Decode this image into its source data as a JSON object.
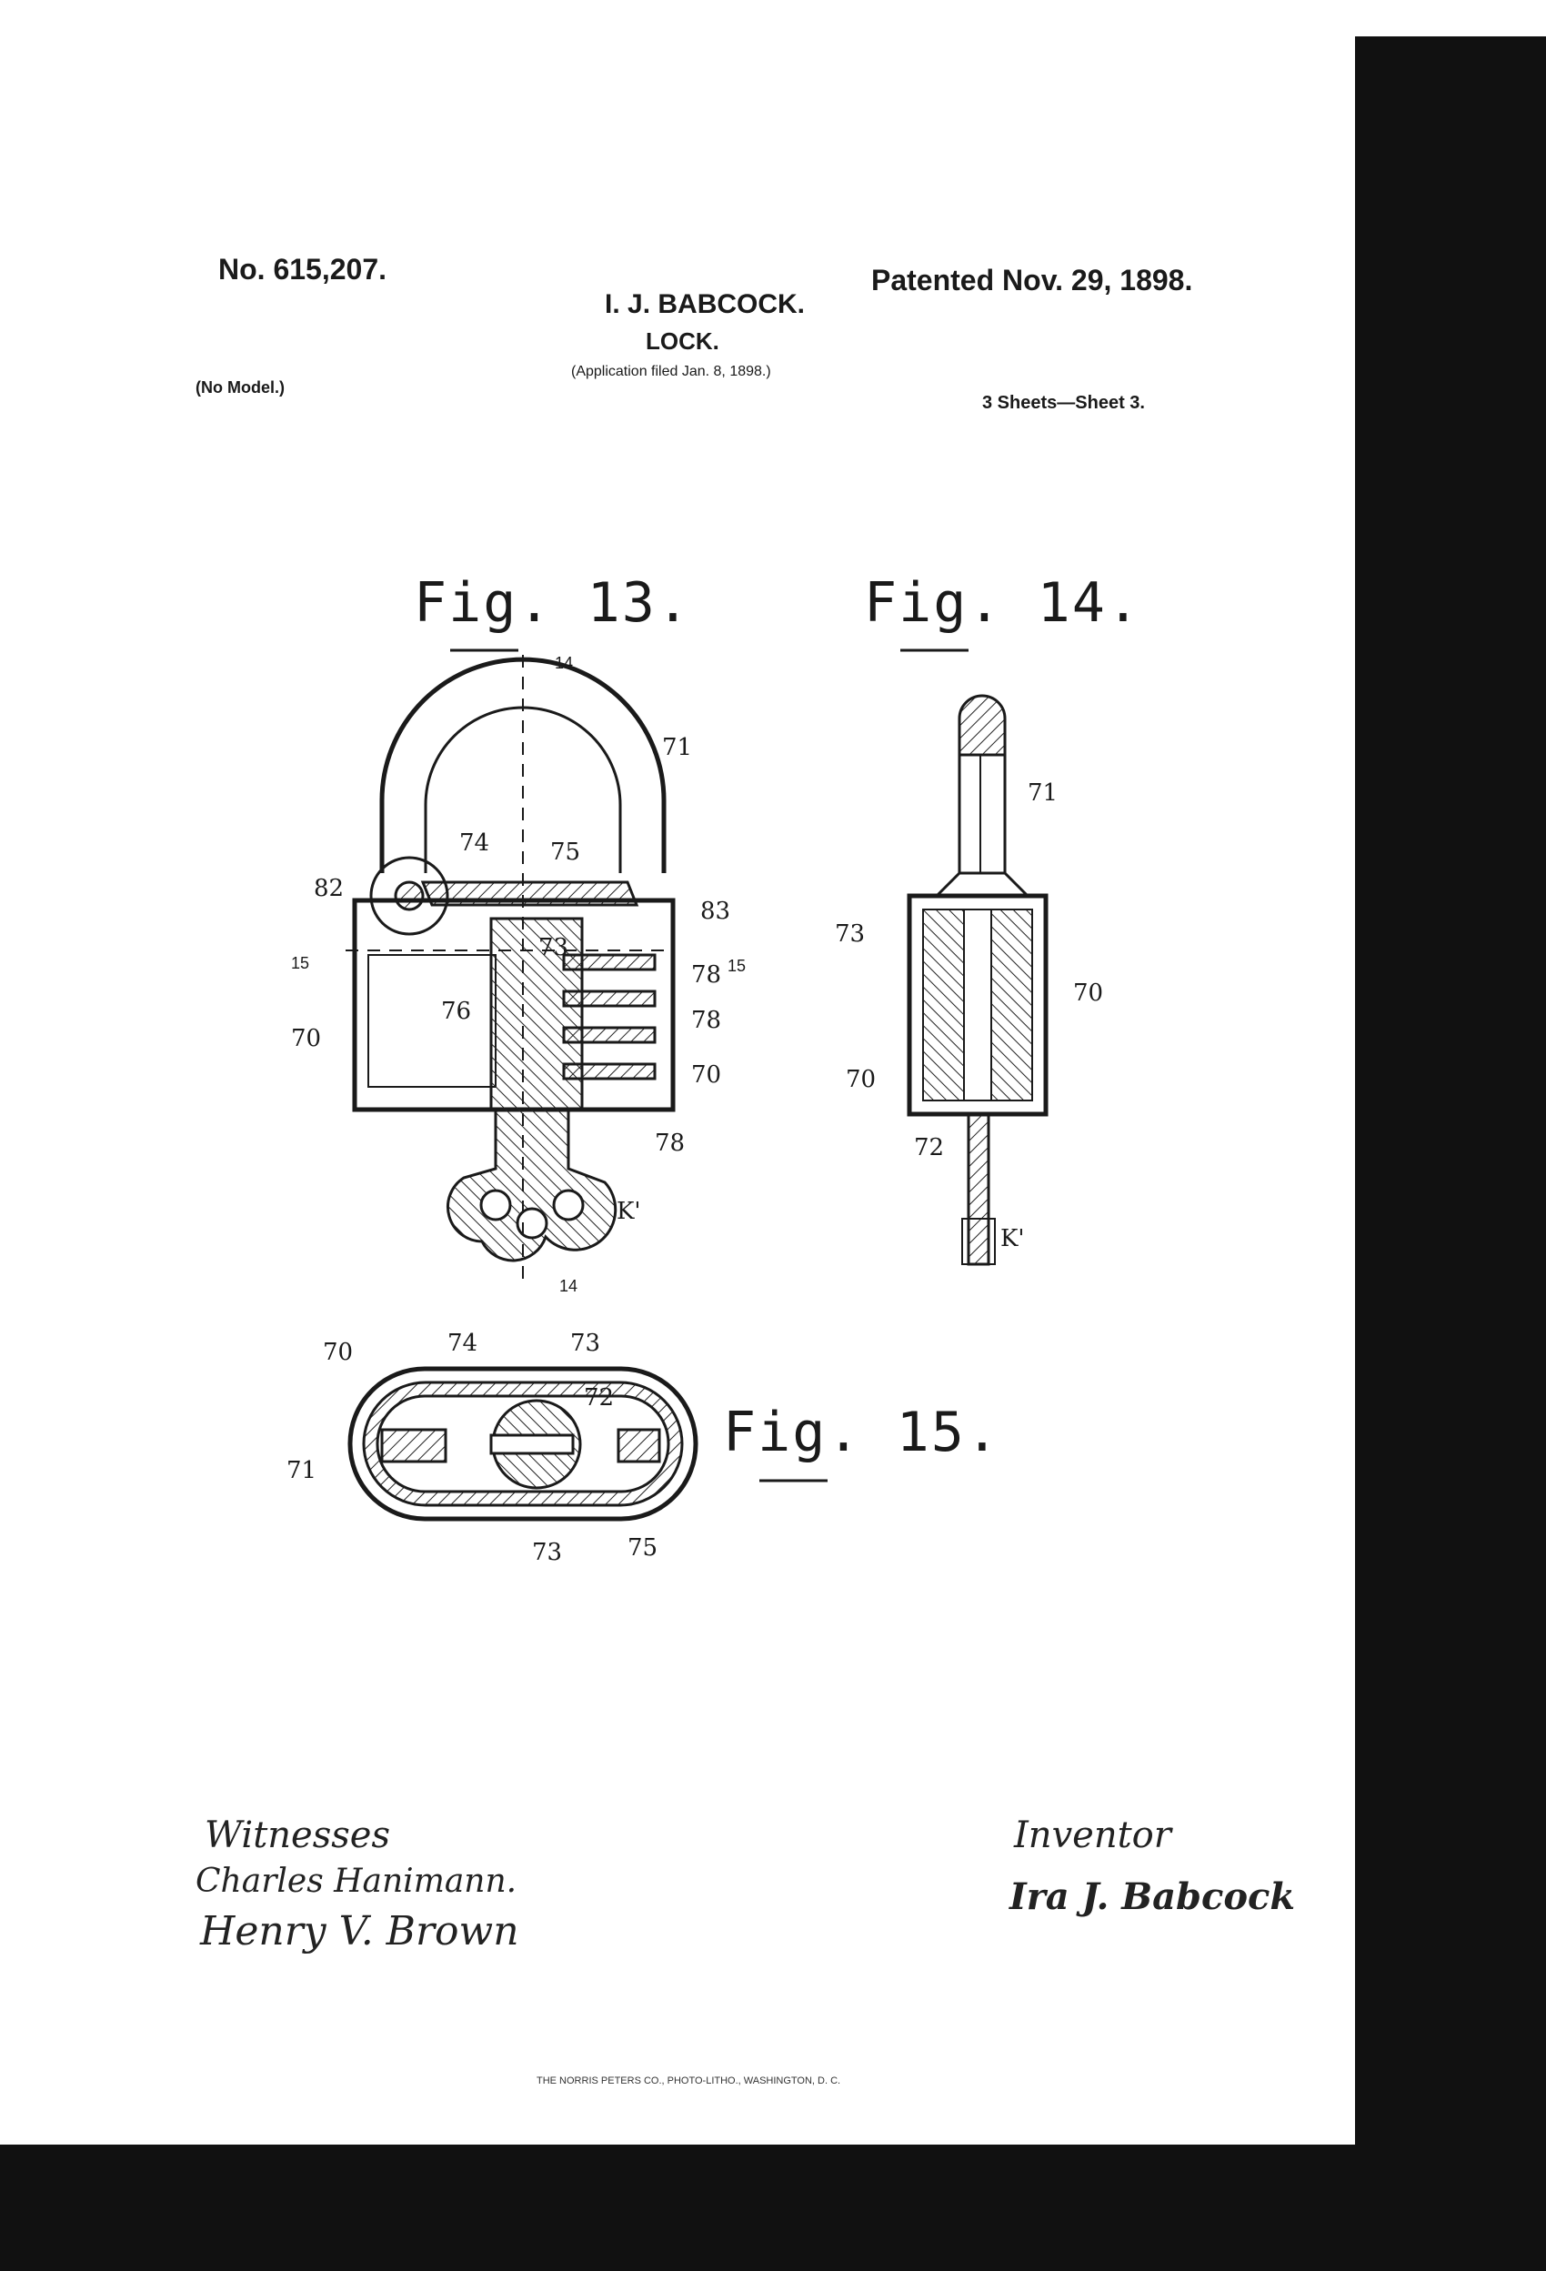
{
  "header": {
    "patent_no": "No. 615,207.",
    "inventor": "I. J. BABCOCK.",
    "title": "LOCK.",
    "application": "(Application filed Jan. 8, 1898.)",
    "patented": "Patented Nov. 29, 1898.",
    "model": "(No Model.)",
    "sheets": "3 Sheets—Sheet 3."
  },
  "figures": {
    "fig13": "Fig. 13.",
    "fig14": "Fig. 14.",
    "fig15": "Fig. 15."
  },
  "refs": {
    "r71": "71",
    "r74": "74",
    "r75": "75",
    "r82": "82",
    "r83": "83",
    "r73": "73",
    "r78": "78",
    "r70": "70",
    "r76": "76",
    "r72": "72",
    "rK": "K'",
    "r14": "14",
    "r15": "15"
  },
  "signatures": {
    "witnesses_label": "Witnesses",
    "witness1": "Charles Hanimann.",
    "witness2": "Henry V. Brown",
    "inventor_label": "Inventor",
    "inventor_name": "Ira J. Babcock"
  },
  "printer": "THE NORRIS PETERS CO., PHOTO-LITHO., WASHINGTON, D. C."
}
